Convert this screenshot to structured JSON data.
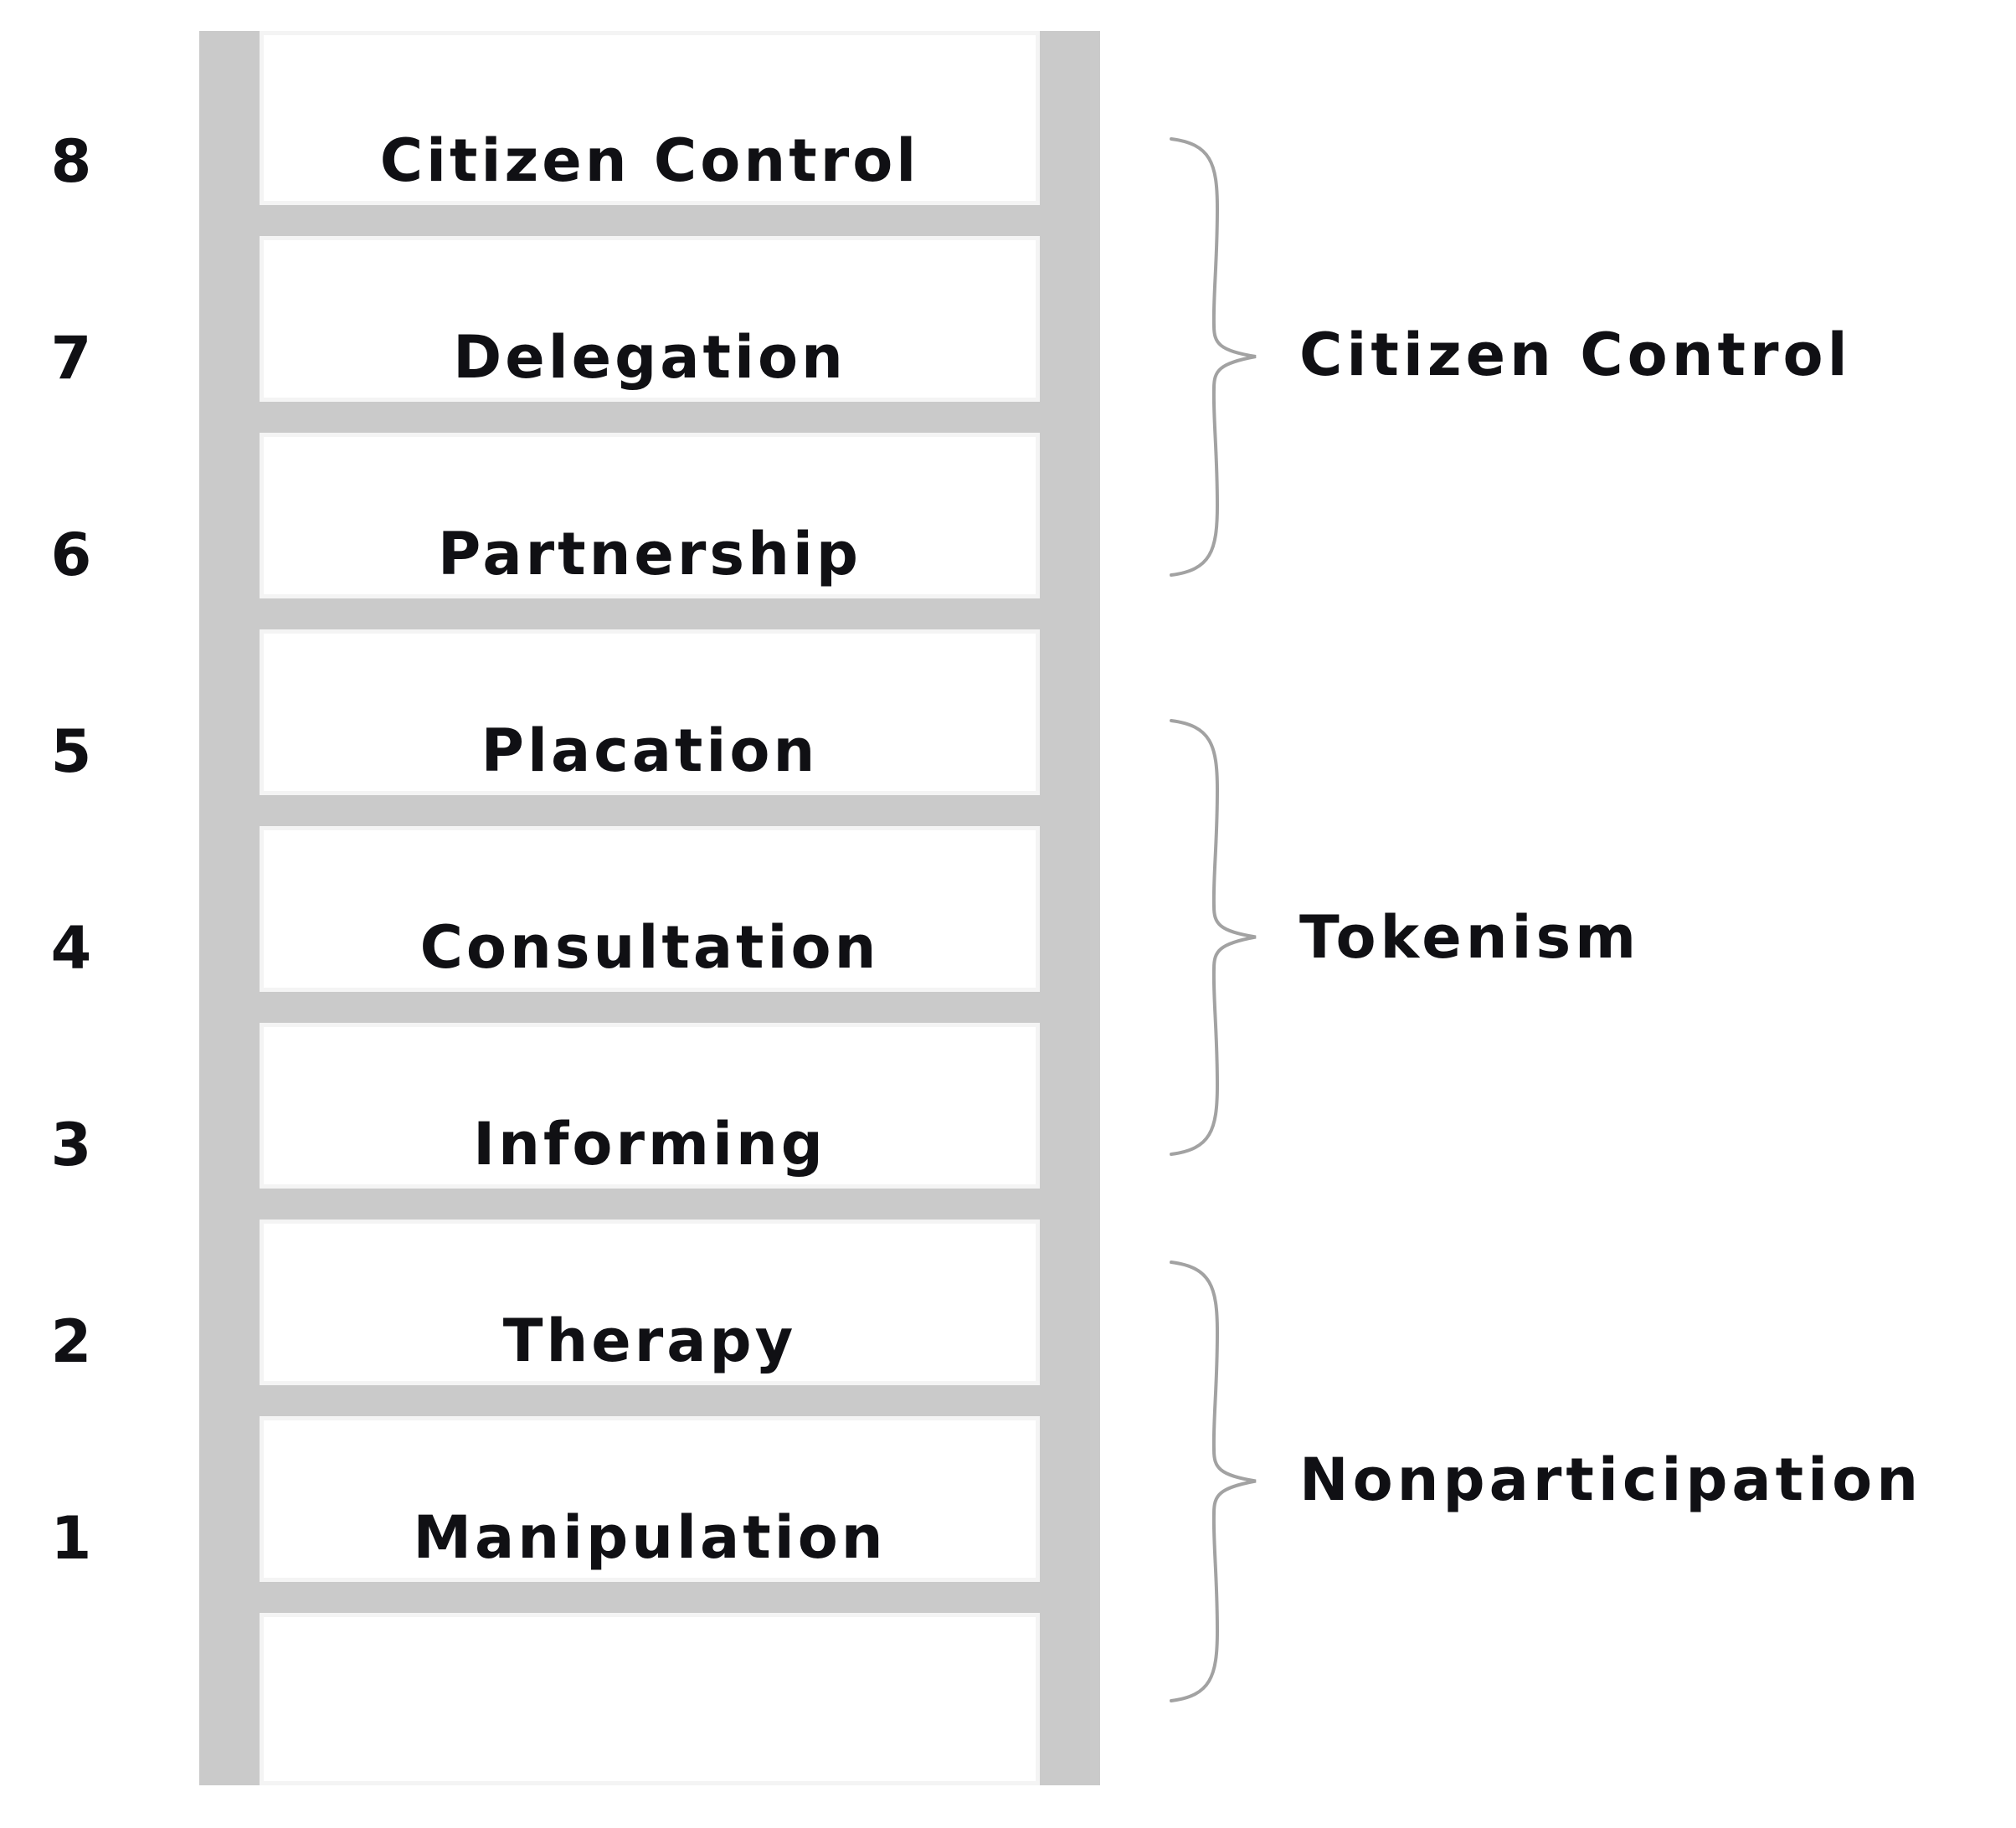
{
  "diagram": {
    "rungs": [
      {
        "number": "8",
        "label": "Citizen Control"
      },
      {
        "number": "7",
        "label": "Delegation"
      },
      {
        "number": "6",
        "label": "Partnership"
      },
      {
        "number": "5",
        "label": "Placation"
      },
      {
        "number": "4",
        "label": "Consultation"
      },
      {
        "number": "3",
        "label": "Informing"
      },
      {
        "number": "2",
        "label": "Therapy"
      },
      {
        "number": "1",
        "label": "Manipulation"
      }
    ],
    "groups": [
      {
        "label": "Citizen Control"
      },
      {
        "label": "Tokenism"
      },
      {
        "label": "Nonparticipation"
      }
    ],
    "colors": {
      "ladder_gray": "#cacaca",
      "text": "#101014",
      "brace": "#a2a2a2",
      "background": "#ffffff"
    }
  }
}
